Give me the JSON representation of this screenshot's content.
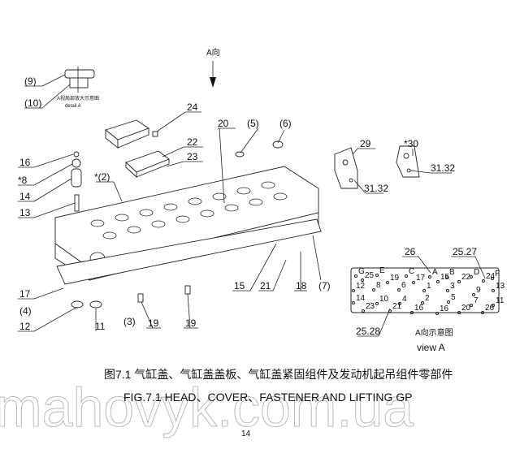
{
  "view_arrow": "A向",
  "detail": {
    "title_cn": "A视局部放大示意图",
    "title_en": "detail A"
  },
  "callouts": {
    "c9": "(9)",
    "c10": "(10)",
    "c24": "24",
    "c22": "22",
    "c23": "23",
    "c20": "20",
    "c5": "(5)",
    "c6": "(6)",
    "c29": "29",
    "c30": "*30",
    "c3132a": "31.32",
    "c3132b": "31.32",
    "c16": "16",
    "c8": "*8",
    "c14": "14",
    "c13": "13",
    "c2": "*(2)",
    "c17": "17",
    "c4": "(4)",
    "c12": "12",
    "c11": "11",
    "c3": "(3)",
    "c19a": "19",
    "c19b": "19",
    "c15": "15",
    "c21": "21",
    "c18": "18",
    "c7": "(7)",
    "c26": "26",
    "c2527": "25.27",
    "c2528": "25.28"
  },
  "view_a": {
    "title_cn": "A向示意图",
    "title_en": "view A",
    "marks": [
      "G",
      "25",
      "E",
      "19",
      "C",
      "17",
      "A",
      "15",
      "B",
      "22",
      "D",
      "24",
      "F",
      "12",
      "8",
      "6",
      "1",
      "3",
      "9",
      "13",
      "14",
      "10",
      "4",
      "2",
      "5",
      "7",
      "11",
      "23",
      "21",
      "16",
      "16",
      "20",
      "26"
    ]
  },
  "caption": {
    "cn": "图7.1 气缸盖、气缸盖盖板、气缸盖紧固组件及发动机起吊组件零部件",
    "en": "FIG.7.1 HEAD、COVER、FASTENER AND LIFTING GP"
  },
  "watermark": "mahovyk.com.ua",
  "page_number": "14"
}
